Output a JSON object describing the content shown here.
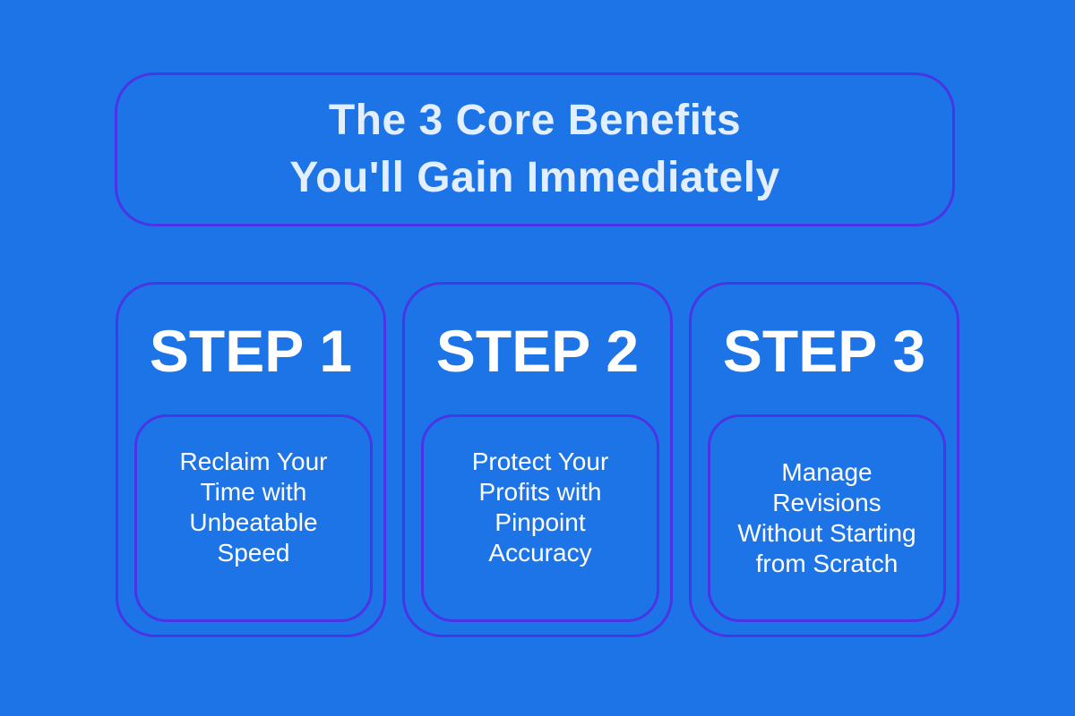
{
  "header": {
    "title_lines": [
      "The 3 Core Benefits",
      "You'll Gain Immediately"
    ]
  },
  "steps": [
    {
      "label": "STEP 1",
      "description": "Reclaim Your Time with Unbeatable Speed"
    },
    {
      "label": "STEP 2",
      "description": "Protect Your Profits with Pinpoint Accuracy"
    },
    {
      "label": "STEP 3",
      "description": "Manage Revisions Without Starting from Scratch"
    }
  ],
  "colors": {
    "background": "#1c74e6",
    "border": "#4a35e6",
    "title_text": "#e3efff",
    "text": "#ffffff"
  }
}
